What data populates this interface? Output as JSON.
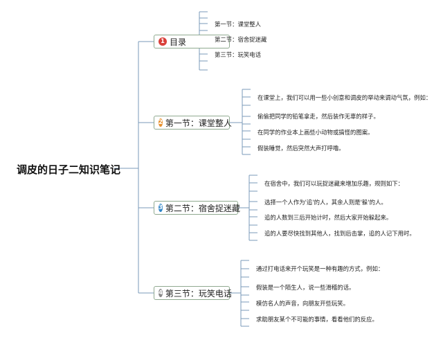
{
  "root": {
    "title": "调皮的日子二知识笔记"
  },
  "branches": [
    {
      "number": "1",
      "label": "目录",
      "color": "#d9403a",
      "leaves": [
        "第一节：课堂整人",
        "第二节：宿舍捉迷藏",
        "第三节：玩笑电话"
      ]
    },
    {
      "number": "2",
      "label": "第一节：课堂整人",
      "color": "#e8902c",
      "leaves": [
        "在课堂上，我们可以用一些小创意和调皮的举动来调动气氛，例如：",
        "偷偷把同学的铅笔拿走，然后装作无辜的样子。",
        "在同学的作业本上画些小动物或搞怪的图案。",
        "假装睡觉，然后突然大声打呼噜。"
      ]
    },
    {
      "number": "3",
      "label": "第二节：宿舍捉迷藏",
      "color": "#2f86c8",
      "leaves": [
        "在宿舍中，我们可以玩捉迷藏来增加乐趣，规则如下：",
        "选择一个人作为'追'的人，其余人则是'躲'的人。",
        "追的人数到三后开始计时，然后大家开始躲起来。",
        "追的人要尽快找到其他人，找到后击掌，追的人记下用时。"
      ]
    },
    {
      "number": "4",
      "label": "第三节：玩笑电话",
      "color": "#8a8a8a",
      "leaves": [
        "通过打电话来开个玩笑是一种有趣的方式，例如：",
        "假装是一个陌生人，说一些滑稽的话。",
        "模仿名人的声音，向朋友开些玩笑。",
        "求助朋友某个不可能的事情，看看他们的反应。"
      ]
    }
  ]
}
